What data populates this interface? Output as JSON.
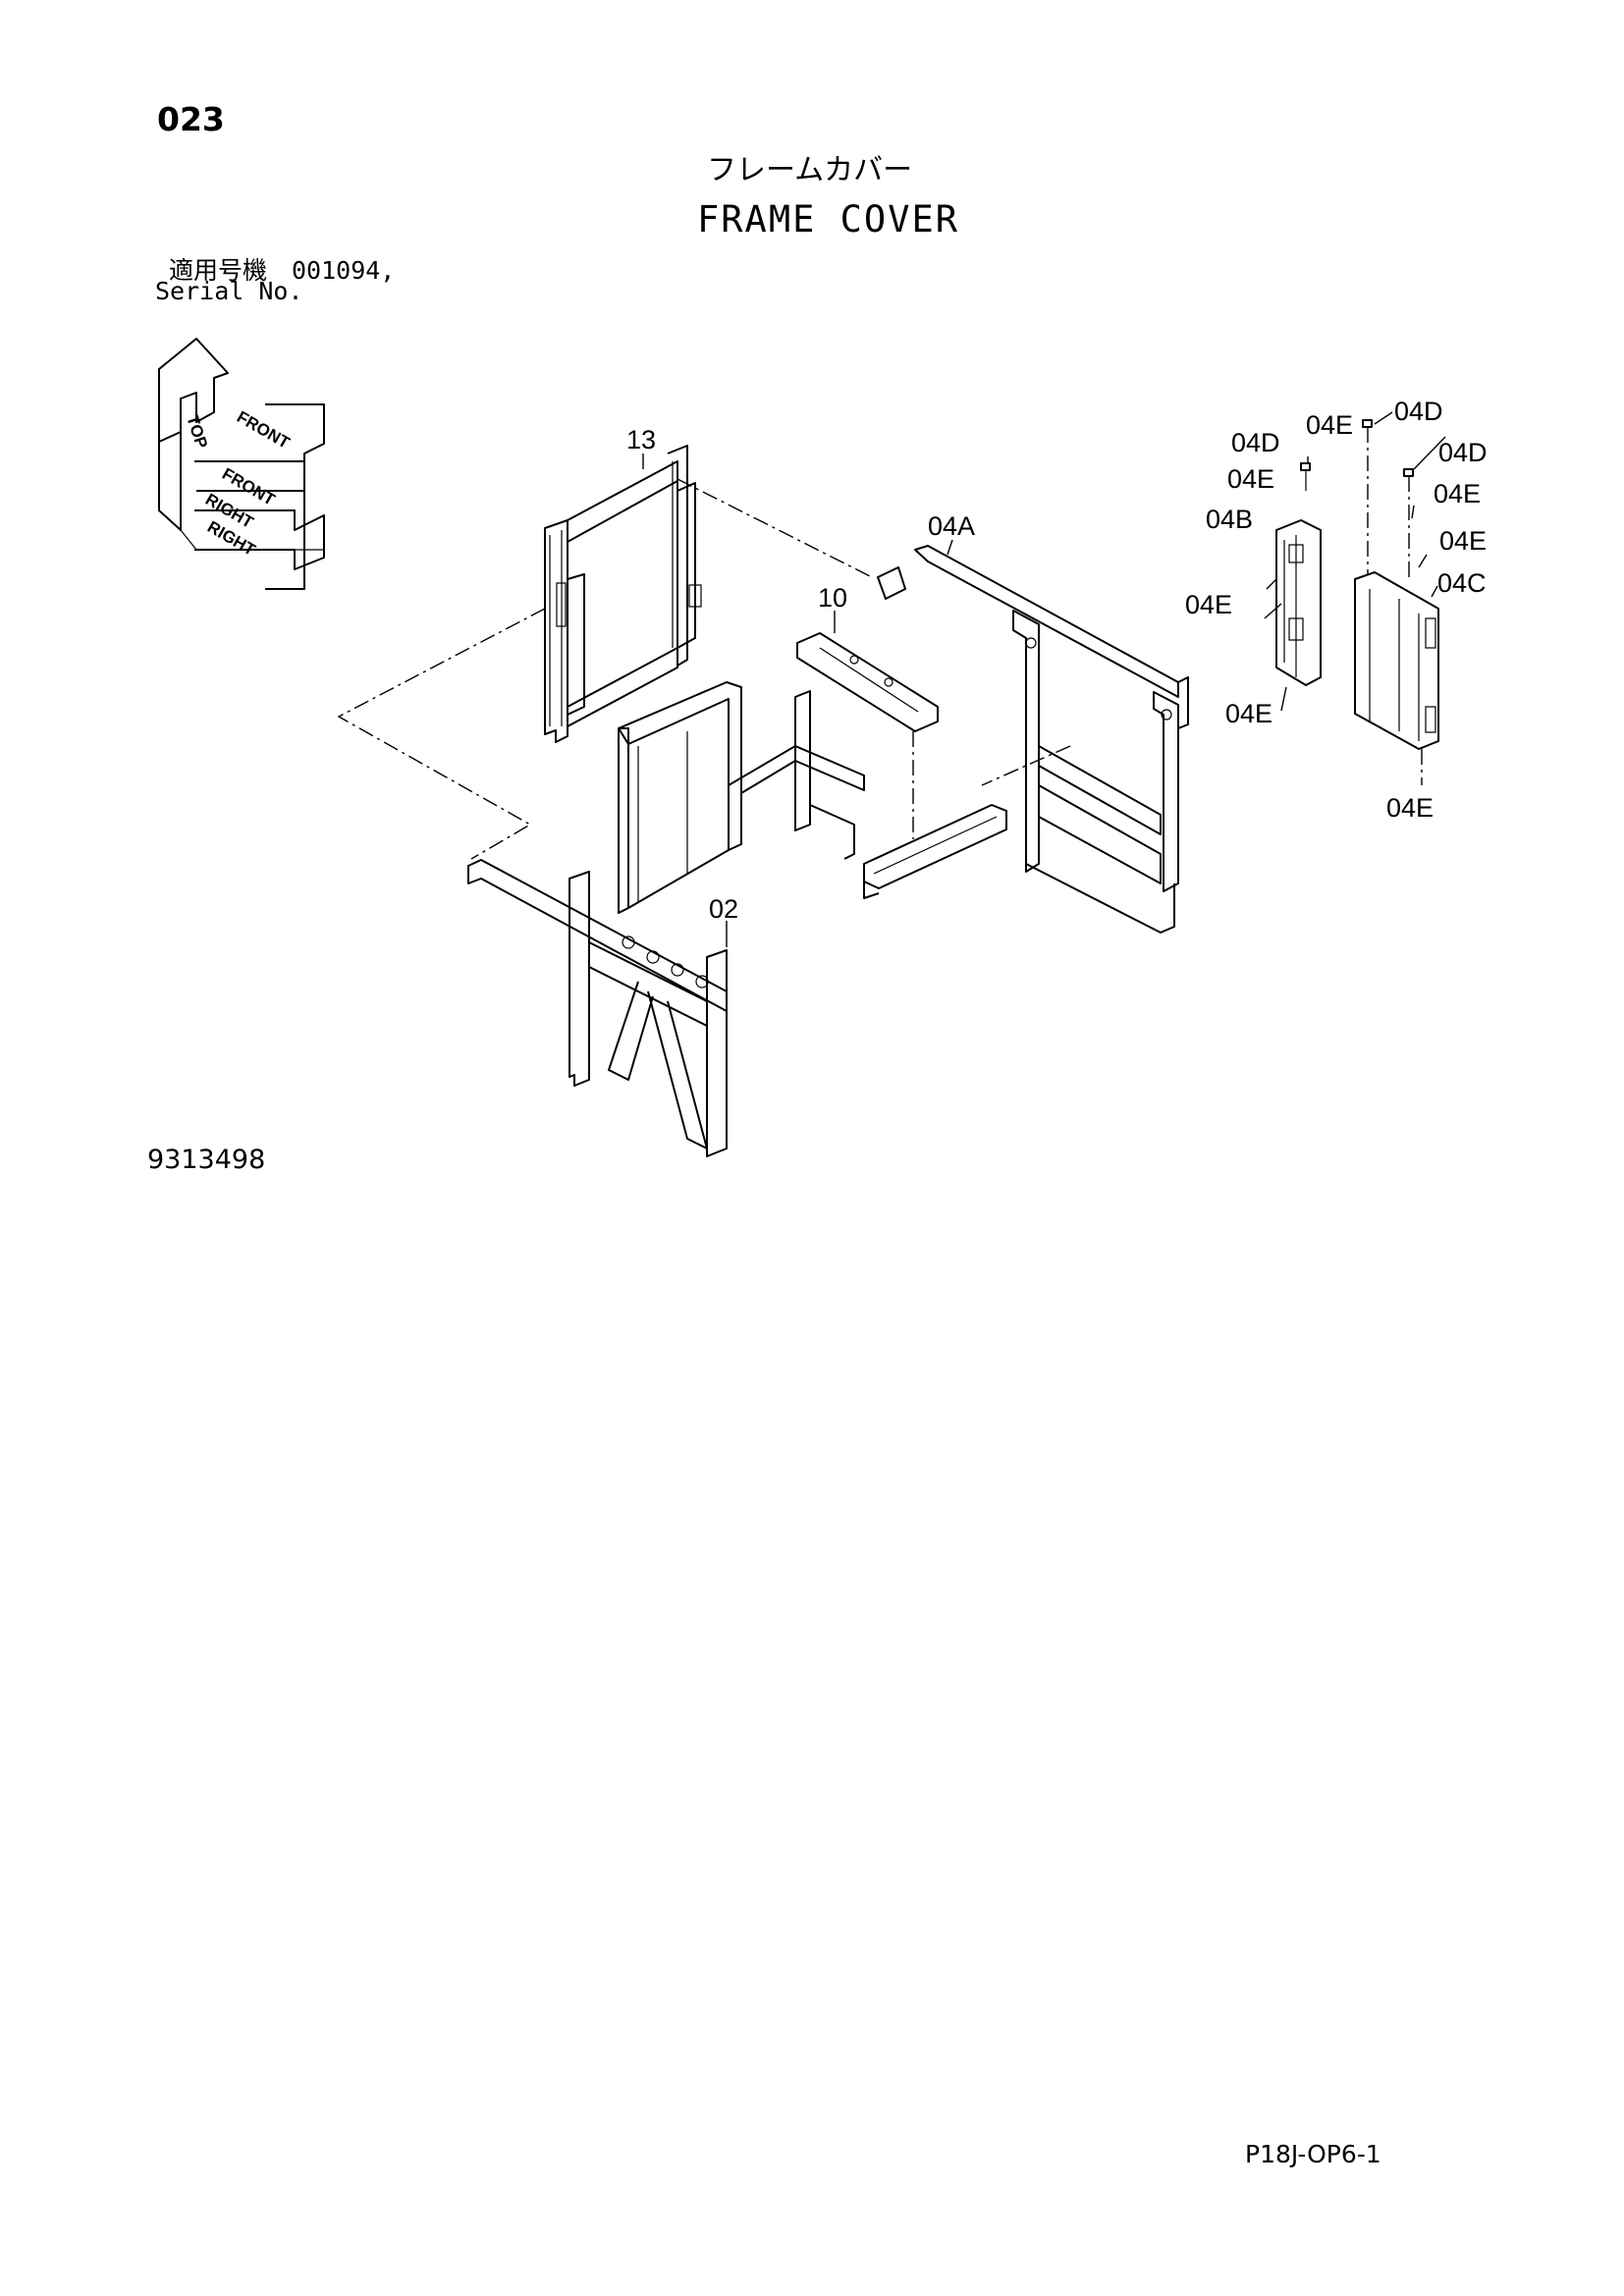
{
  "header": {
    "page_number": "023",
    "title_jp": "フレームカバー",
    "title_en": "FRAME COVER",
    "serial_jp": "適用号機　001094,",
    "serial_en": "Serial No."
  },
  "orientation": {
    "top": "TOP",
    "front": "FRONT",
    "right": "RIGHT"
  },
  "callouts": {
    "p13": "13",
    "p04a": "04A",
    "p10": "10",
    "p02": "02",
    "p04b": "04B",
    "p04c": "04C",
    "p04d_1": "04D",
    "p04d_2": "04D",
    "p04d_3": "04D",
    "p04e_1": "04E",
    "p04e_2": "04E",
    "p04e_3": "04E",
    "p04e_4": "04E",
    "p04e_5": "04E",
    "p04e_6": "04E",
    "p04e_7": "04E"
  },
  "footer": {
    "drawing_number": "9313498",
    "sheet_code": "P18J-OP6-1"
  }
}
